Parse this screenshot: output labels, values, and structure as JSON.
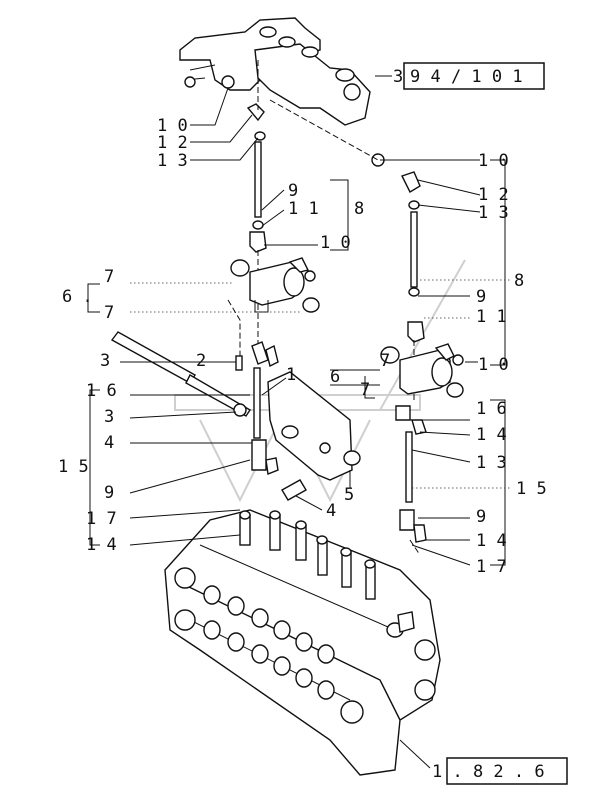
{
  "callouts": {
    "c10a": "1 0",
    "c12a": "1 2",
    "c13a": "1 3",
    "c10b": "1 0",
    "c12b": "1 2",
    "c13b": "1 3",
    "c9a": "9",
    "c11a": "1 1",
    "c8a": "8",
    "c10c": "1 0",
    "c7a": "7",
    "c6a": "6 .",
    "c7b": "7",
    "c8b": "8",
    "c9b": "9",
    "c11b": "1 1",
    "c3a": "3",
    "c2": "2",
    "c1": "1",
    "c6b": "6",
    "c7c": "7",
    "c7d": "7",
    "c10d": "1 0",
    "c16a": "1 6",
    "c3b": "3",
    "c4a": "4",
    "c15a": "1 5",
    "c16b": "1 6",
    "c14a": "1 4",
    "c13c": "1 3",
    "c9c": "9",
    "c5": "5",
    "c4b": "4",
    "c15b": "1 5",
    "c17a": "1 7",
    "c4c": "1 4",
    "c9d": "9",
    "c14b": "1 4",
    "c17b": "1 7",
    "c3top": "3"
  },
  "refs": {
    "top_ref": "9 4 / 1   0 1",
    "bottom_ref": "1 . 8 2 . 6"
  }
}
